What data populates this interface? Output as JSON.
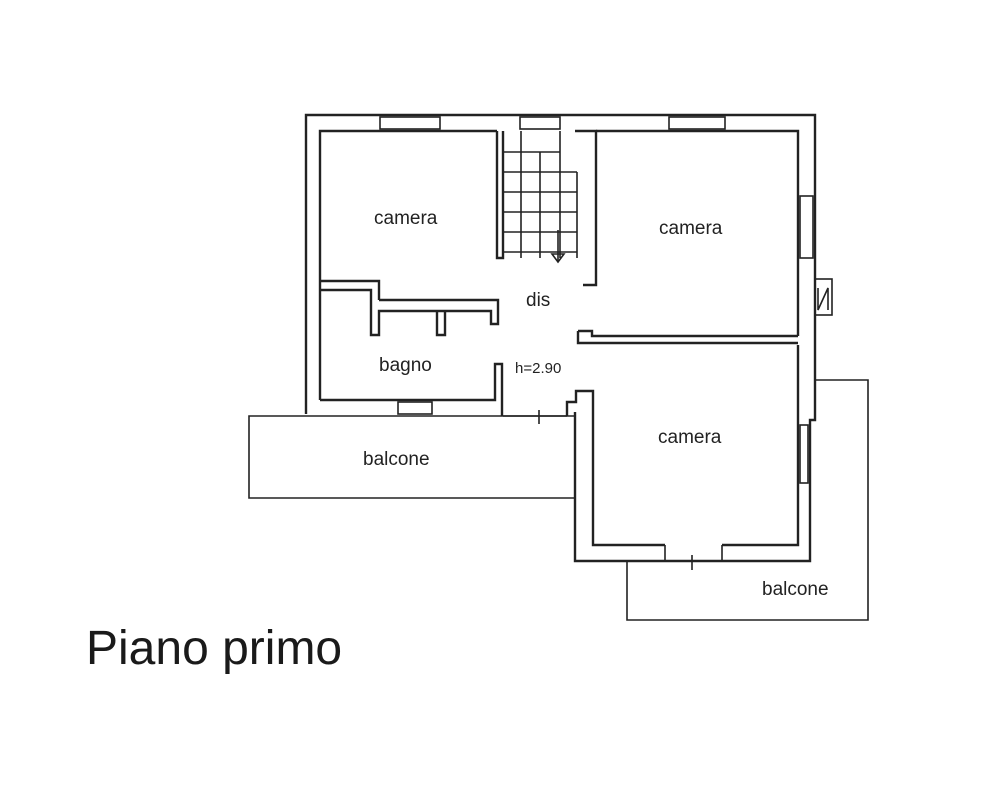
{
  "title": "Piano primo",
  "rooms": {
    "camera_top_left": "camera",
    "camera_top_right": "camera",
    "camera_bottom_right": "camera",
    "dis": "dis",
    "bagno": "bagno",
    "height": "h=2.90",
    "balcone_left": "balcone",
    "balcone_right": "balcone"
  }
}
